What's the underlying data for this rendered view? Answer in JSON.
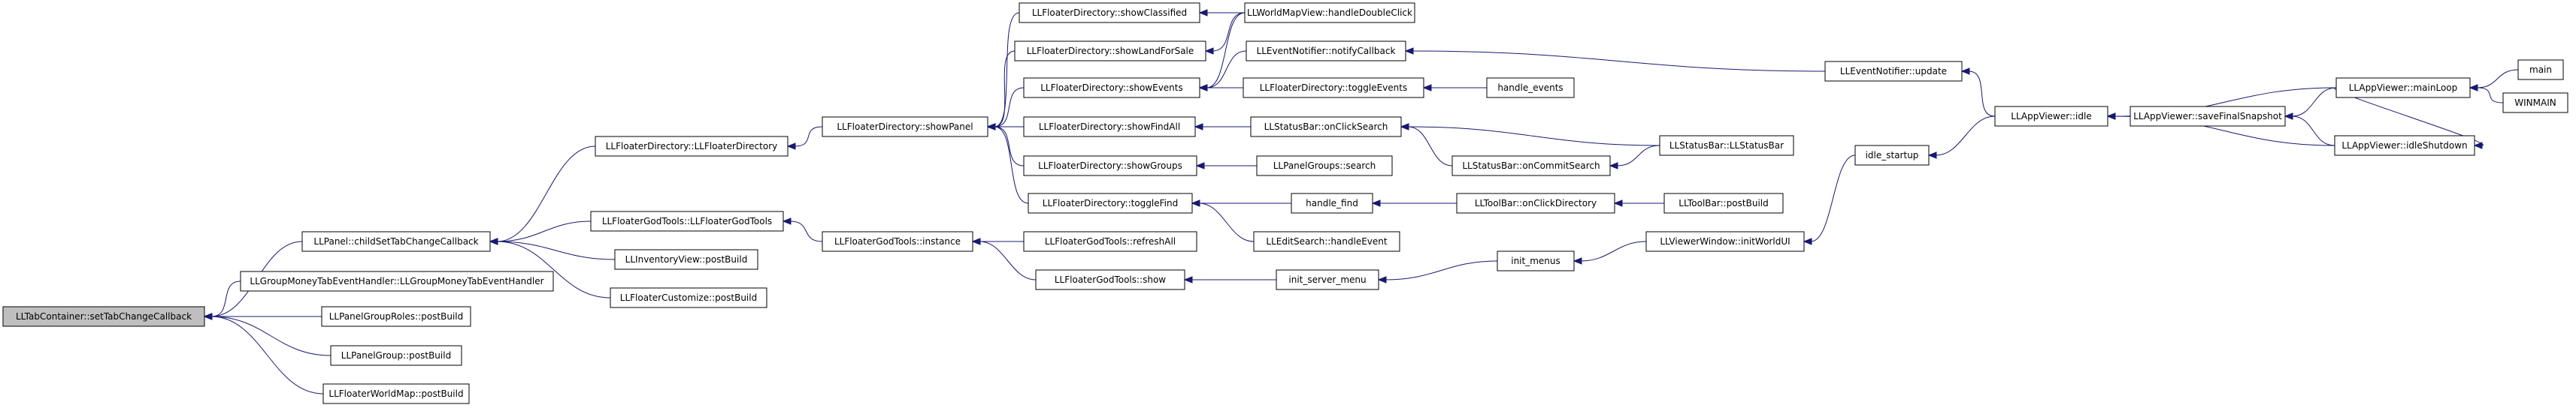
{
  "nodes": [
    {
      "id": "root",
      "label": "LLTabContainer::setTabChangeCallback"
    },
    {
      "id": "childSet",
      "label": "LLPanel::childSetTabChangeCallback"
    },
    {
      "id": "moneyTab",
      "label": "LLGroupMoneyTabEventHandler::LLGroupMoneyTabEventHandler"
    },
    {
      "id": "panelGroupRoles",
      "label": "LLPanelGroupRoles::postBuild"
    },
    {
      "id": "panelGroup",
      "label": "LLPanelGroup::postBuild"
    },
    {
      "id": "worldMap",
      "label": "LLFloaterWorldMap::postBuild"
    },
    {
      "id": "dirCtor",
      "label": "LLFloaterDirectory::LLFloaterDirectory"
    },
    {
      "id": "godCtor",
      "label": "LLFloaterGodTools::LLFloaterGodTools"
    },
    {
      "id": "invView",
      "label": "LLInventoryView::postBuild"
    },
    {
      "id": "customize",
      "label": "LLFloaterCustomize::postBuild"
    },
    {
      "id": "showPanel",
      "label": "LLFloaterDirectory::showPanel"
    },
    {
      "id": "godInstance",
      "label": "LLFloaterGodTools::instance"
    },
    {
      "id": "showClassified",
      "label": "LLFloaterDirectory::showClassified"
    },
    {
      "id": "showLandForSale",
      "label": "LLFloaterDirectory::showLandForSale"
    },
    {
      "id": "showEvents",
      "label": "LLFloaterDirectory::showEvents"
    },
    {
      "id": "showFindAll",
      "label": "LLFloaterDirectory::showFindAll"
    },
    {
      "id": "showGroups",
      "label": "LLFloaterDirectory::showGroups"
    },
    {
      "id": "toggleFind",
      "label": "LLFloaterDirectory::toggleFind"
    },
    {
      "id": "refreshAll",
      "label": "LLFloaterGodTools::refreshAll"
    },
    {
      "id": "godShow",
      "label": "LLFloaterGodTools::show"
    },
    {
      "id": "worldMapDbl",
      "label": "LLWorldMapView::handleDoubleClick"
    },
    {
      "id": "notifyCb",
      "label": "LLEventNotifier::notifyCallback"
    },
    {
      "id": "toggleEvents",
      "label": "LLFloaterDirectory::toggleEvents"
    },
    {
      "id": "sbClickSearch",
      "label": "LLStatusBar::onClickSearch"
    },
    {
      "id": "panelGroupsSearch",
      "label": "LLPanelGroups::search"
    },
    {
      "id": "handleFind",
      "label": "handle_find"
    },
    {
      "id": "editSearch",
      "label": "LLEditSearch::handleEvent"
    },
    {
      "id": "initServerMenu",
      "label": "init_server_menu"
    },
    {
      "id": "handleEvents",
      "label": "handle_events"
    },
    {
      "id": "sbCommitSearch",
      "label": "LLStatusBar::onCommitSearch"
    },
    {
      "id": "tbClickDir",
      "label": "LLToolBar::onClickDirectory"
    },
    {
      "id": "initMenus",
      "label": "init_menus"
    },
    {
      "id": "sbCtor",
      "label": "LLStatusBar::LLStatusBar"
    },
    {
      "id": "tbPostBuild",
      "label": "LLToolBar::postBuild"
    },
    {
      "id": "initWorldUI",
      "label": "LLViewerWindow::initWorldUI"
    },
    {
      "id": "notifierUpdate",
      "label": "LLEventNotifier::update"
    },
    {
      "id": "idleStartup",
      "label": "idle_startup"
    },
    {
      "id": "appIdle",
      "label": "LLAppViewer::idle"
    },
    {
      "id": "saveSnapshot",
      "label": "LLAppViewer::saveFinalSnapshot"
    },
    {
      "id": "mainLoop",
      "label": "LLAppViewer::mainLoop"
    },
    {
      "id": "idleShutdown",
      "label": "LLAppViewer::idleShutdown"
    },
    {
      "id": "main",
      "label": "main"
    },
    {
      "id": "winmain",
      "label": "WINMAIN"
    }
  ],
  "edges": [
    [
      "childSet",
      "root"
    ],
    [
      "moneyTab",
      "root"
    ],
    [
      "panelGroupRoles",
      "root"
    ],
    [
      "panelGroup",
      "root"
    ],
    [
      "worldMap",
      "root"
    ],
    [
      "dirCtor",
      "childSet"
    ],
    [
      "godCtor",
      "childSet"
    ],
    [
      "invView",
      "childSet"
    ],
    [
      "customize",
      "childSet"
    ],
    [
      "showPanel",
      "dirCtor"
    ],
    [
      "godInstance",
      "godCtor"
    ],
    [
      "showClassified",
      "showPanel"
    ],
    [
      "showLandForSale",
      "showPanel"
    ],
    [
      "showEvents",
      "showPanel"
    ],
    [
      "showFindAll",
      "showPanel"
    ],
    [
      "showGroups",
      "showPanel"
    ],
    [
      "toggleFind",
      "showPanel"
    ],
    [
      "refreshAll",
      "godInstance"
    ],
    [
      "godShow",
      "godInstance"
    ],
    [
      "worldMapDbl",
      "showClassified"
    ],
    [
      "worldMapDbl",
      "showLandForSale"
    ],
    [
      "worldMapDbl",
      "showEvents"
    ],
    [
      "notifyCb",
      "showEvents"
    ],
    [
      "toggleEvents",
      "showEvents"
    ],
    [
      "sbClickSearch",
      "showFindAll"
    ],
    [
      "panelGroupsSearch",
      "showGroups"
    ],
    [
      "handleFind",
      "toggleFind"
    ],
    [
      "editSearch",
      "toggleFind"
    ],
    [
      "initServerMenu",
      "godShow"
    ],
    [
      "notifierUpdate",
      "notifyCb"
    ],
    [
      "handleEvents",
      "toggleEvents"
    ],
    [
      "sbCtor",
      "sbClickSearch"
    ],
    [
      "sbCommitSearch",
      "sbClickSearch"
    ],
    [
      "sbCtor",
      "sbCommitSearch"
    ],
    [
      "tbClickDir",
      "handleFind"
    ],
    [
      "tbPostBuild",
      "tbClickDir"
    ],
    [
      "initMenus",
      "initServerMenu"
    ],
    [
      "initWorldUI",
      "initMenus"
    ],
    [
      "idleStartup",
      "initWorldUI"
    ],
    [
      "appIdle",
      "notifierUpdate"
    ],
    [
      "appIdle",
      "idleStartup"
    ],
    [
      "saveSnapshot",
      "appIdle"
    ],
    [
      "mainLoop",
      "appIdle"
    ],
    [
      "idleShutdown",
      "appIdle"
    ],
    [
      "mainLoop",
      "saveSnapshot"
    ],
    [
      "idleShutdown",
      "saveSnapshot"
    ],
    [
      "mainLoop",
      "idleShutdown"
    ],
    [
      "main",
      "mainLoop"
    ],
    [
      "winmain",
      "mainLoop"
    ]
  ]
}
